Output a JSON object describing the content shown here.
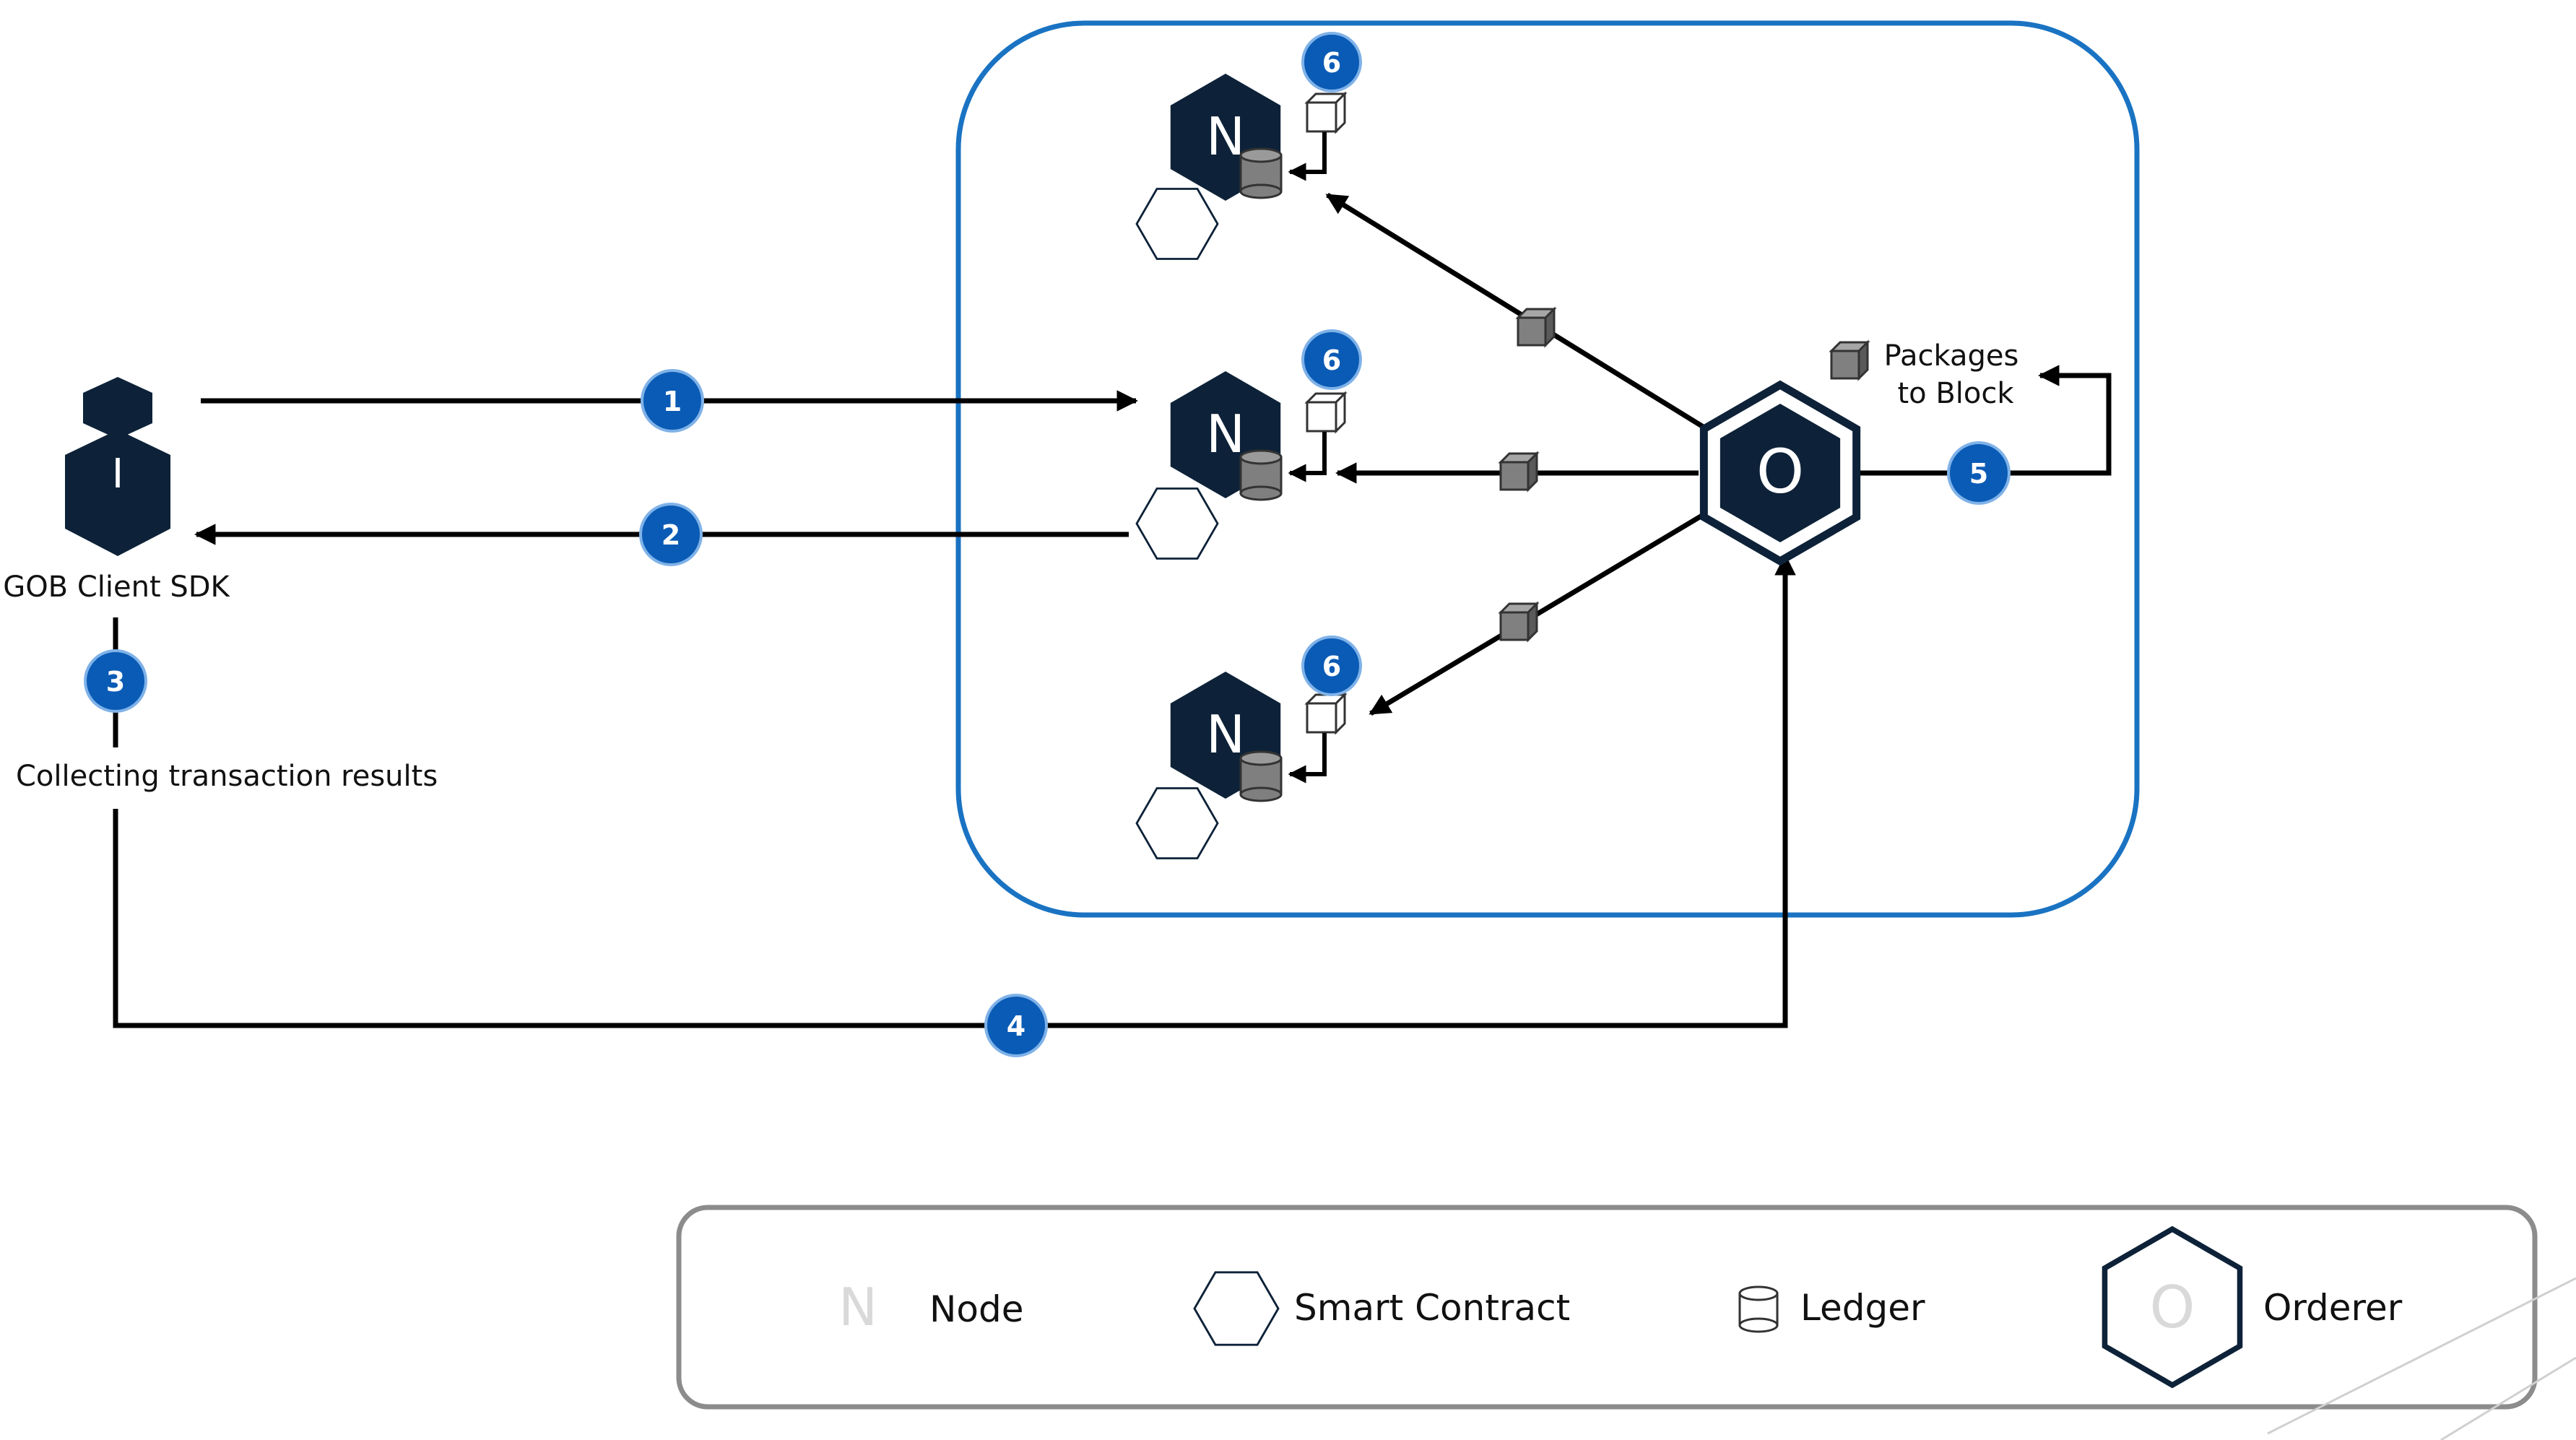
{
  "client": {
    "label": "GOB Client SDK",
    "letter": "I"
  },
  "collecting_label": "Collecting transaction results",
  "orderer": {
    "letter": "O",
    "label_line1": "Packages",
    "label_line2": "to Block"
  },
  "nodes": [
    {
      "letter": "N",
      "step": "6"
    },
    {
      "letter": "N",
      "step": "6"
    },
    {
      "letter": "N",
      "step": "6"
    }
  ],
  "steps": {
    "s1": "1",
    "s2": "2",
    "s3": "3",
    "s4": "4",
    "s5": "5"
  },
  "legend": {
    "node_letter": "N",
    "node_label": "Node",
    "smart_contract_label": "Smart Contract",
    "ledger_label": "Ledger",
    "orderer_letter": "O",
    "orderer_label": "Orderer"
  },
  "colors": {
    "network_border": "#1a73c2",
    "step_badge": "#0a5bb5",
    "hex_fill": "#0d2238",
    "ledger_fill": "#7f7f7f",
    "block_fill": "#808080",
    "legend_border": "#8c8c8c"
  }
}
